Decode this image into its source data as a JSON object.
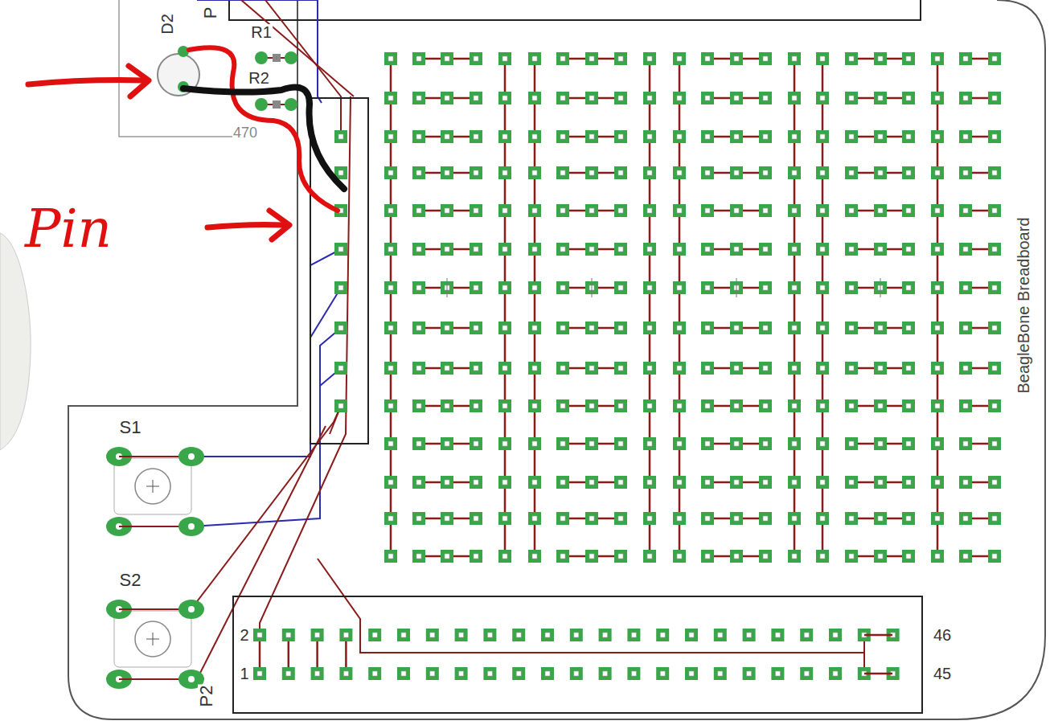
{
  "diagram": {
    "labels": [
      "P",
      "D2",
      "R1",
      "R2",
      "470",
      "Pin",
      "S1",
      "S2",
      "2",
      "1",
      "46",
      "45",
      "P2",
      "BeagleBone Breadboard"
    ]
  }
}
